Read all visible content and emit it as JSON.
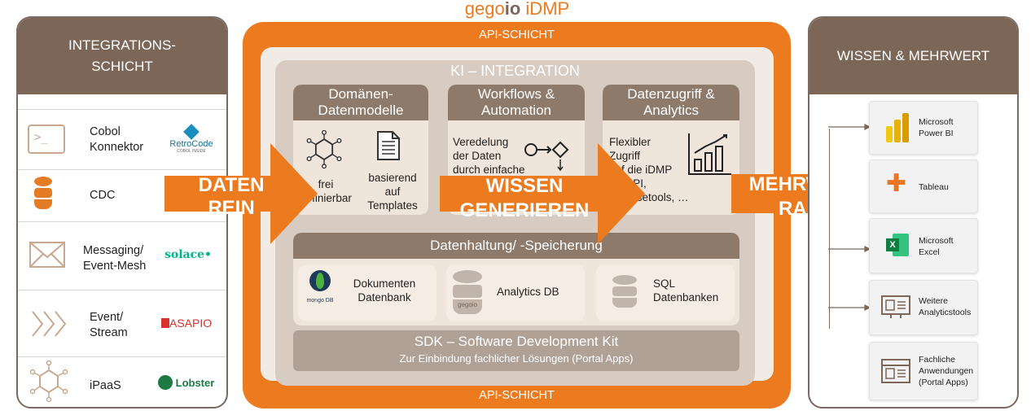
{
  "title": {
    "brand": "gego",
    "brand_io": "io",
    "product": "iDMP"
  },
  "left": {
    "header": "INTEGRATIONS-\nSCHICHT",
    "rows": [
      {
        "label": "Cobol\nKonnektor",
        "brand": "RetroCode",
        "brand_sub": "COBOL INSIDE"
      },
      {
        "label": "CDC",
        "brand": ""
      },
      {
        "label": "Messaging/\nEvent-Mesh",
        "brand": "solace"
      },
      {
        "label": "Event/\nStream",
        "brand": "ASAPIO"
      },
      {
        "label": "iPaaS",
        "brand": "Lobster"
      }
    ],
    "icons": [
      "terminal-icon",
      "database-icon",
      "envelope-icon",
      "chevrons-icon",
      "network-icon"
    ]
  },
  "center": {
    "api_top": "API-SCHICHT",
    "api_bottom": "API-SCHICHT",
    "ki_title": "KI – INTEGRATION",
    "cards": [
      {
        "title": "Domänen-\nDatenmodelle",
        "text_a": "frei\ndefinierbar",
        "text_b": "basierend\nauf\nTemplates"
      },
      {
        "title": "Workflows &\nAutomation",
        "text": "Veredelung\nder Daten\ndurch einfache"
      },
      {
        "title": "Datenzugriff &\nAnalytics",
        "text": "Flexibler\nZugriff\nauf die iDMP\nvia API,\nAnalysetools, …"
      }
    ],
    "storage_title": "Datenhaltung/ -Speicherung",
    "storage": [
      {
        "label": "Dokumenten\nDatenbank",
        "logo_text": "mongo DB"
      },
      {
        "label": "Analytics DB",
        "logo_text": "gegoio"
      },
      {
        "label": "SQL\nDatenbanken"
      }
    ],
    "sdk_title": "SDK – Software Development Kit",
    "sdk_sub": "Zur Einbindung fachlicher Lösungen (Portal Apps)"
  },
  "arrows": {
    "in": "DATEN\nREIN",
    "mid": "WISSEN\nGENERIEREN",
    "out": "MEHRWERT\nRAUS"
  },
  "right": {
    "header": "WISSEN & MEHRWERT",
    "tools": [
      {
        "label": "Microsoft\nPower BI"
      },
      {
        "label": "Tableau"
      },
      {
        "label": "Microsoft\nExcel"
      },
      {
        "label": "Weitere\nAnalyticstools"
      },
      {
        "label": "Fachliche\nAnwendungen\n(Portal Apps)"
      }
    ]
  },
  "colors": {
    "orange": "#ec7a1e",
    "brown": "#7b6658",
    "beige": "#d8cbc1"
  }
}
